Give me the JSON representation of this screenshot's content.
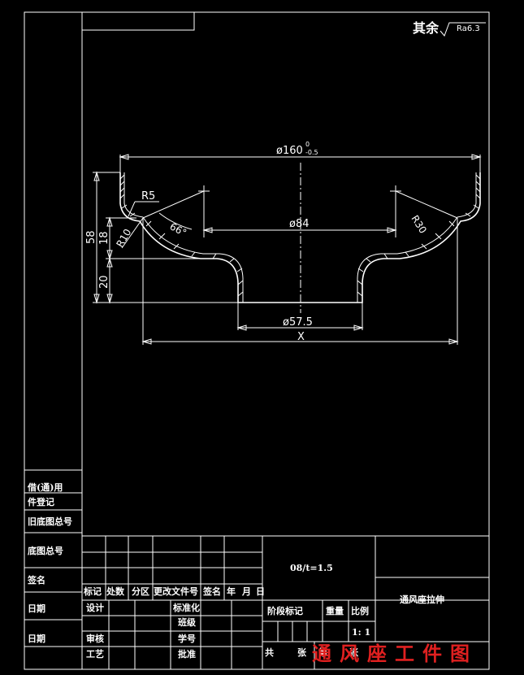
{
  "drawing": {
    "roughness_note": "其余",
    "roughness_symbol": "Ra6.3",
    "dims": {
      "d160": "ø160",
      "d160_upper": "0",
      "d160_lower": "-0.5",
      "r5": "R5",
      "r10": "R10",
      "angle": "66°",
      "d84": "ø84",
      "r30": "R30",
      "h58": "58",
      "h18": "18",
      "h20": "20",
      "d57_5": "ø57.5",
      "x": "X"
    }
  },
  "side_table": {
    "labels": [
      "借(通)用",
      "件登记",
      "旧底图总号",
      "底图总号",
      "签名",
      "日期",
      "日期"
    ]
  },
  "title_block": {
    "spec": "08/t=1.5",
    "part_name": "通风座拉伸",
    "header_row": [
      "标记",
      "处数",
      "分区",
      "更改文件号",
      "签名",
      "年",
      "月",
      "日"
    ],
    "roles_left": [
      "设计",
      "审核",
      "工艺"
    ],
    "roles_mid": [
      "标准化",
      "班级",
      "学号",
      "批准"
    ],
    "stage_headers": [
      "阶段标记",
      "重量",
      "比例"
    ],
    "scale": "1: 1",
    "sheet_total": "共",
    "sheet_total_unit": "张",
    "sheet_no": "第",
    "sheet_no_unit": "张"
  },
  "watermark": "通风座工件图"
}
